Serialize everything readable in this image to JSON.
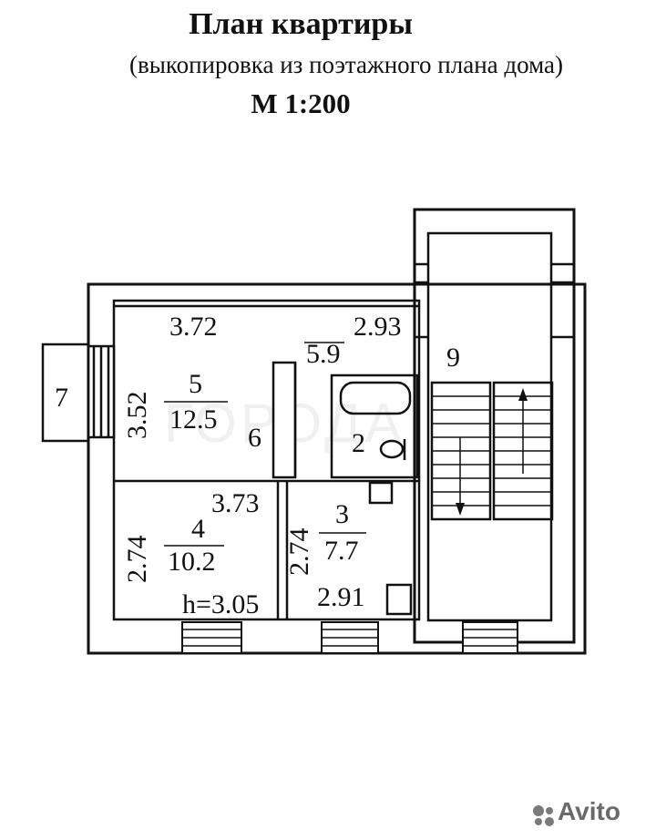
{
  "header": {
    "title": "План квартиры",
    "subtitle": "(выкопировка из поэтажного плана дома)",
    "scale": "М 1:200"
  },
  "rooms": {
    "r5": {
      "number": "5",
      "area": "12.5",
      "width": "3.72",
      "height": "3.52"
    },
    "r4": {
      "number": "4",
      "area": "10.2",
      "width": "3.73",
      "height": "2.74",
      "ceiling": "h=3.05"
    },
    "r3": {
      "number": "3",
      "area": "7.7",
      "width": "2.91",
      "height": "2.74"
    },
    "r6": {
      "number": "6",
      "area": "5.9",
      "width": "2.93"
    },
    "r2": {
      "number": "2"
    },
    "r7": {
      "number": "7"
    },
    "r9": {
      "number": "9"
    }
  },
  "watermark": {
    "brand": "Avito",
    "ghost": "ГОРОДА"
  },
  "colors": {
    "ink": "#111111",
    "background": "#ffffff"
  }
}
